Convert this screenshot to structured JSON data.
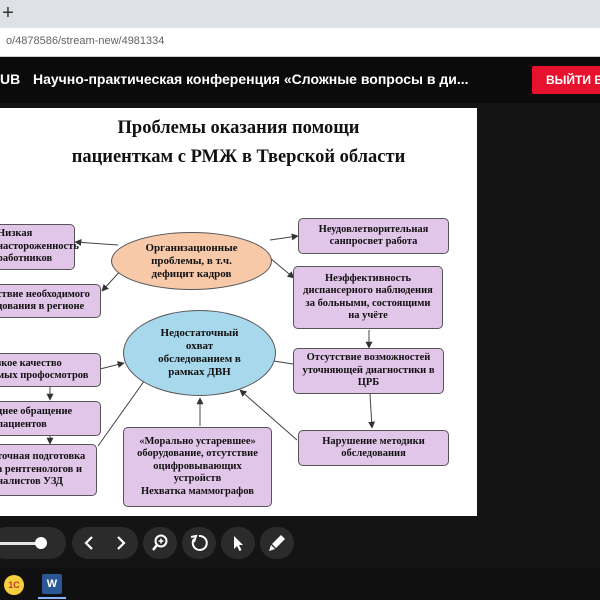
{
  "browser": {
    "new_tab_symbol": "+",
    "url": "o/4878586/stream-new/4981334"
  },
  "header": {
    "brand": "UB",
    "title": "Научно-практическая конференция «Сложные вопросы в ди...",
    "exit_button": "ВЫЙТИ В ЗАЛ"
  },
  "slide": {
    "title_line1": "Проблемы  оказания помощи",
    "title_line2": "пациенткам с РМЖ в Тверской области",
    "center_top": "Организационные\nпроблемы, в т.ч.\nдефицит кадров",
    "center_bottom": "Недостаточный\nохват\nобследованием в\nрамках ДВН",
    "left_1": "Низкая\nнастороженность\nработников",
    "left_2": "ствие необходимого\nдования в регионе",
    "left_3": "зкое качество\nмых профосмотров",
    "left_4": "днее обращение\nпациентов",
    "left_5": "точная подготовка\nа рентгенологов и\nналистов УЗД",
    "bottom_middle": "«Морально устаревшее»\nоборудование, отсутствие\nоцифровывающих\nустройств\nНехватка маммографов",
    "right_1": "Неудовлетворительная\nсанпросвет работа",
    "right_2": "Неэффективность\nдиспансерного наблюдения\nза больными, состоящими\nна учёте",
    "right_3": "Отсутствие возможностей\nуточняющей диагностики в\nЦРБ",
    "right_4": "Нарушение методики\nобследования"
  },
  "colors": {
    "ellipse_top": "#f7c9a9",
    "ellipse_bottom": "#a8d8ec",
    "box_fill": "#e2c6ea",
    "exit_button": "#e8112d"
  },
  "controls": {
    "icons": [
      "chevron-left",
      "chevron-right",
      "zoom",
      "rotate",
      "cursor",
      "pen"
    ]
  },
  "taskbar": {
    "app_1c": "1С",
    "app_word": "W"
  }
}
